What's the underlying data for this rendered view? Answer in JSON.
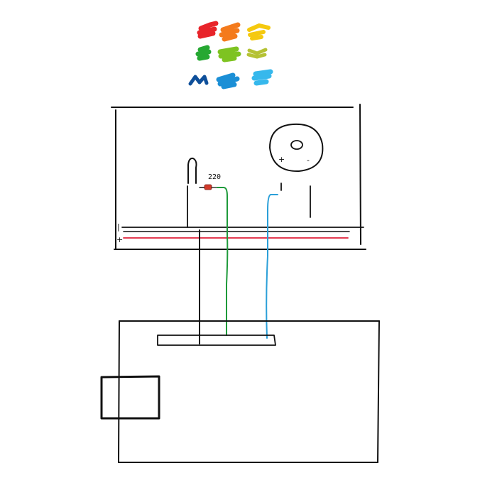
{
  "palette": {
    "swatches": [
      {
        "name": "red",
        "color": "#e8242a"
      },
      {
        "name": "orange",
        "color": "#f47a1c"
      },
      {
        "name": "yellow",
        "color": "#f5c90f"
      },
      {
        "name": "green",
        "color": "#26a832"
      },
      {
        "name": "lime",
        "color": "#7ec321"
      },
      {
        "name": "olive",
        "color": "#b5c234"
      },
      {
        "name": "navy",
        "color": "#0e4f9a"
      },
      {
        "name": "blue",
        "color": "#1b8fd6"
      },
      {
        "name": "sky",
        "color": "#36b8ec"
      }
    ]
  },
  "breadboard": {
    "rail_minus_label": "|",
    "rail_plus_label": "+",
    "rail_minus_color": "#111111",
    "rail_plus_color": "#e0203a"
  },
  "resistor": {
    "value_label": "220",
    "body_color": "#d23a2a"
  },
  "buzzer": {
    "plus_label": "+",
    "minus_label": "-"
  },
  "wires": {
    "green": "#1e9a3a",
    "blue": "#2a9fd8",
    "black": "#111111"
  }
}
